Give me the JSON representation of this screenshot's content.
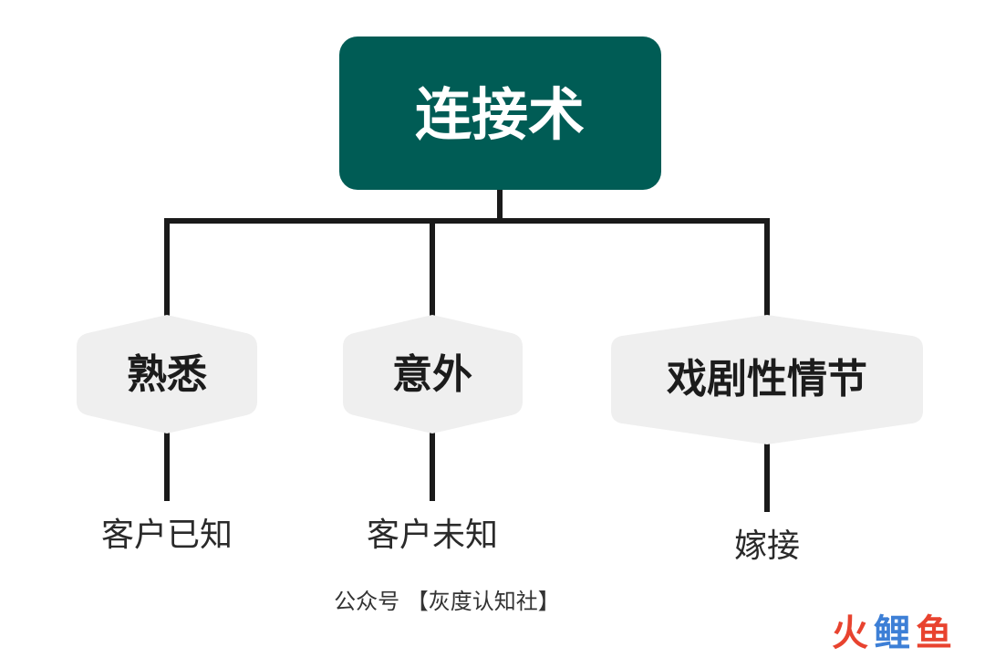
{
  "diagram": {
    "root": {
      "label": "连接术",
      "color": "#005c55"
    },
    "children": [
      {
        "label": "熟悉",
        "leaf": "客户已知"
      },
      {
        "label": "意外",
        "leaf": "客户未知"
      },
      {
        "label": "戏剧性情节",
        "leaf": "嫁接"
      }
    ],
    "node_fill": "#efefef",
    "connector_color": "#1a1a1a"
  },
  "footer": {
    "text": "公众号 【灰度认知社】"
  },
  "watermark": {
    "part1": "火",
    "part2": "鲤",
    "part3": "鱼",
    "colors": [
      "#e8432f",
      "#3d7fd6",
      "#e8432f"
    ]
  }
}
